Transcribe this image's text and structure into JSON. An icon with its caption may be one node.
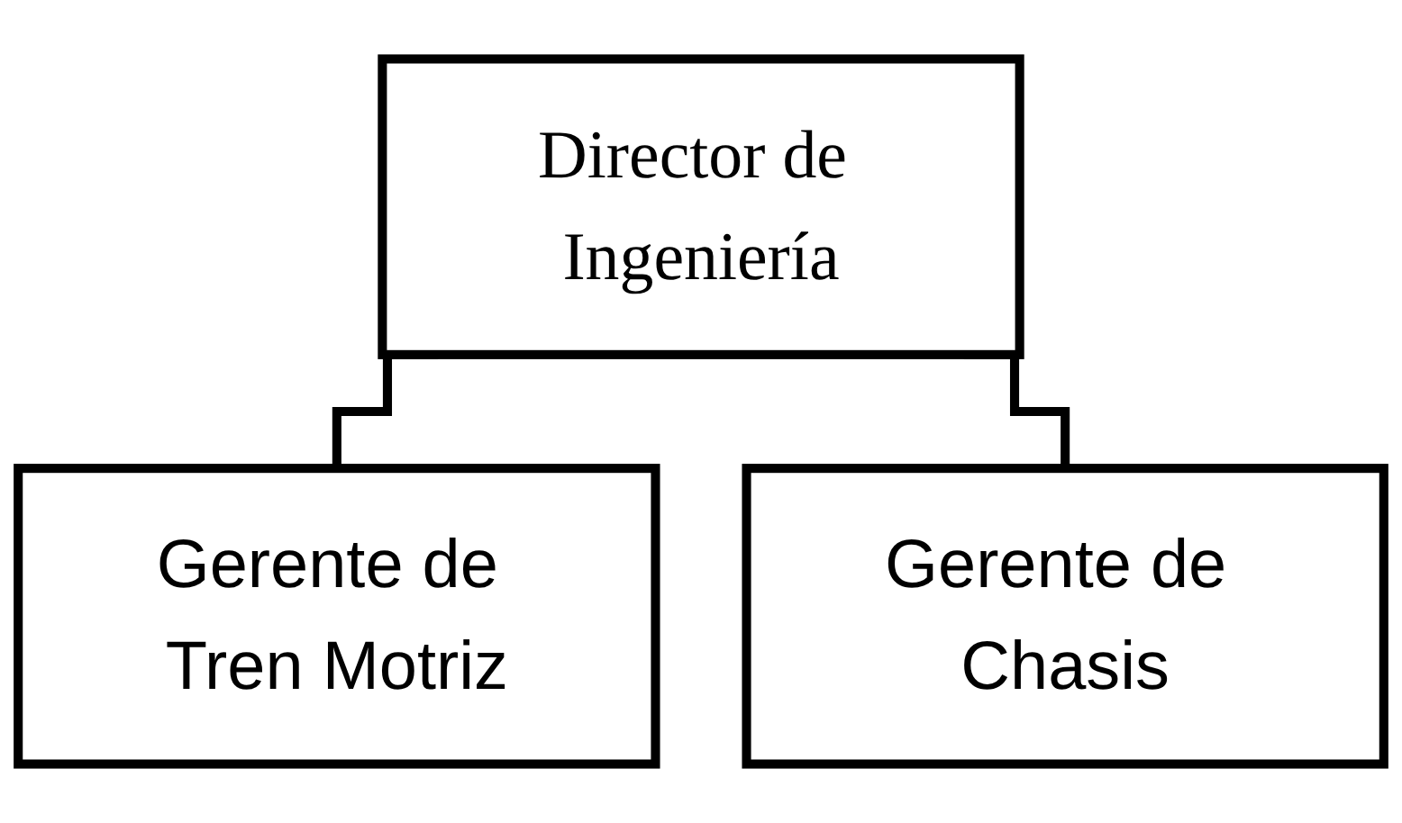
{
  "diagram": {
    "nodes": [
      {
        "text": [
          "Director de Ingeniería"
        ]
      },
      {
        "text": [
          "Gerente de Tren Motriz"
        ]
      },
      {
        "text": [
          "Gerente de Chasis"
        ]
      }
    ],
    "edges": [
      {
        "from": 0,
        "to": 1,
        "arrow": "none"
      },
      {
        "from": 0,
        "to": 2,
        "arrow": "none"
      }
    ]
  }
}
